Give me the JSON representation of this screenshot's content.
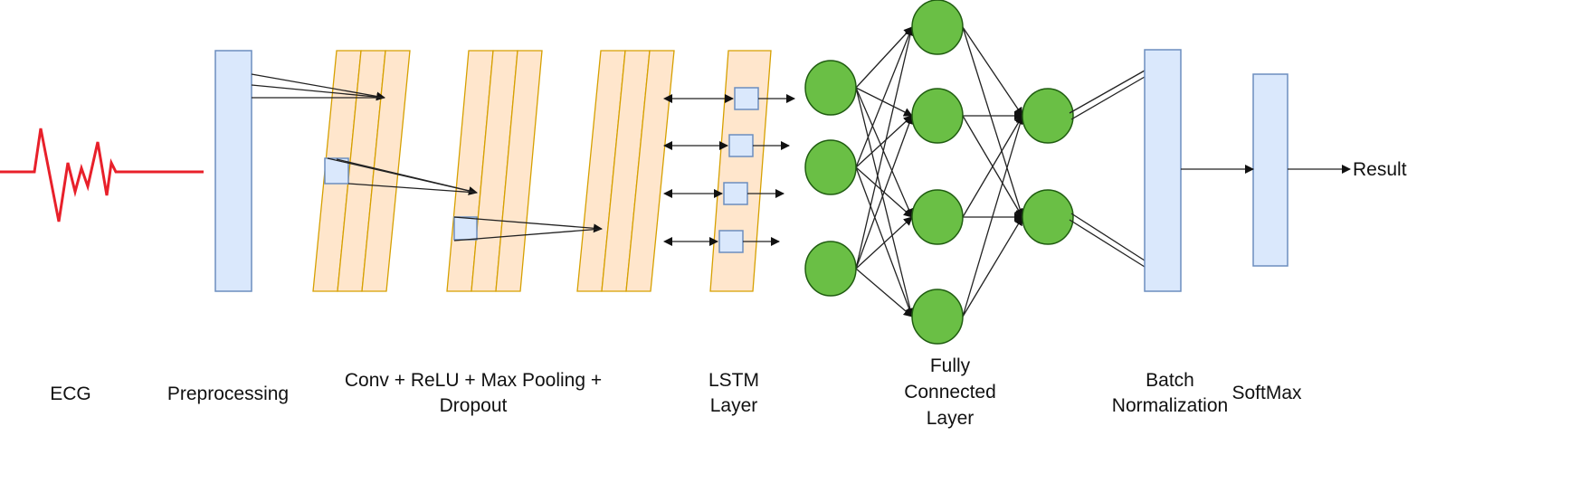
{
  "labels": {
    "ecg": "ECG",
    "preprocessing": "Preprocessing",
    "conv_line1": "Conv + ReLU + Max Pooling +",
    "conv_line2": "Dropout",
    "lstm_line1": "LSTM",
    "lstm_line2": "Layer",
    "fc_line1": "Fully",
    "fc_line2": "Connected",
    "fc_line3": "Layer",
    "bn_line1": "Batch",
    "bn_line2": "Normalization",
    "softmax": "SoftMax",
    "result": "Result"
  },
  "colors": {
    "ecg_signal": "#e8202a",
    "layer_blue": "#dae8fc",
    "conv_orange": "#ffe6cc",
    "neuron_green": "#6abf45"
  },
  "network": {
    "input_neurons": 3,
    "hidden1_neurons": 4,
    "hidden2_neurons": 2,
    "lstm_cells": 4
  }
}
